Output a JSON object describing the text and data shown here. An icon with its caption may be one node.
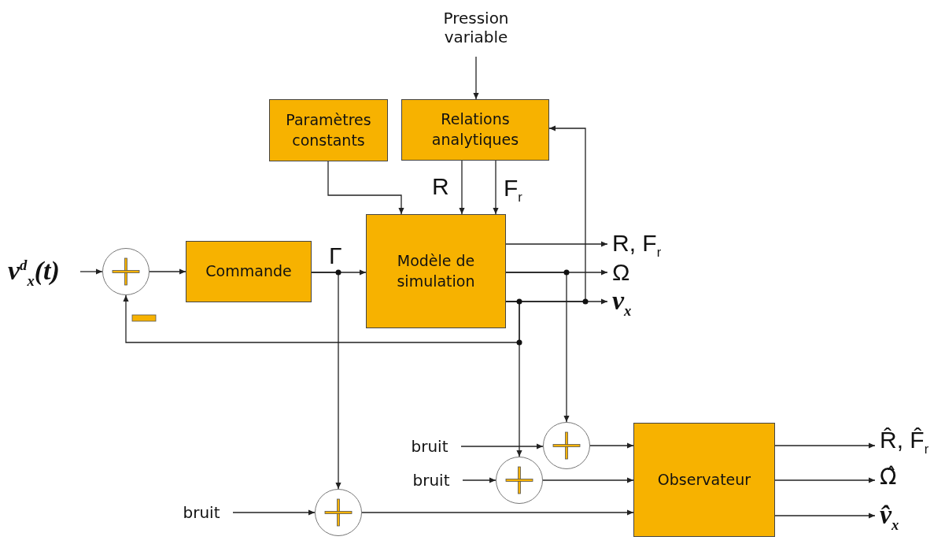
{
  "diagram": {
    "nodes": [
      {
        "text": [
          "Pression variable"
        ]
      },
      {
        "text": [
          "Paramètres constants"
        ]
      },
      {
        "text": [
          "Relations analytiques"
        ]
      },
      {
        "text": [
          "v$^{d}$$_{x}$(t)"
        ]
      },
      {
        "text": [],
        "shape": "circle"
      },
      {
        "text": [
          "Commande"
        ]
      },
      {
        "text": [
          "Modèle de simulation"
        ]
      },
      {
        "text": [
          "R, F$_{r}$"
        ]
      },
      {
        "text": [
          "Ω"
        ]
      },
      {
        "text": [
          "v$_{x}$"
        ]
      },
      {
        "text": [
          "bruit"
        ]
      },
      {
        "text": [
          "bruit"
        ]
      },
      {
        "text": [],
        "shape": "circle"
      },
      {
        "text": [],
        "shape": "circle"
      },
      {
        "text": [
          "bruit"
        ]
      },
      {
        "text": [],
        "shape": "circle"
      },
      {
        "text": [
          "Observateur"
        ]
      },
      {
        "text": [
          "R̂, F̂$_{r}$"
        ]
      },
      {
        "text": [
          "Ω̂"
        ]
      },
      {
        "text": [
          "v̂$_{x}$"
        ]
      }
    ],
    "edges": [
      {
        "from": 0,
        "to": 2,
        "arrow": "to"
      },
      {
        "from": 1,
        "to": 6,
        "arrow": "to"
      },
      {
        "from": 2,
        "to": 6,
        "arrow": "to",
        "label": "R"
      },
      {
        "from": 2,
        "to": 6,
        "arrow": "to",
        "label": "F$_{r}$"
      },
      {
        "from": 3,
        "to": 4,
        "arrow": "to"
      },
      {
        "from": 4,
        "to": 5,
        "arrow": "to"
      },
      {
        "from": 5,
        "to": 6,
        "arrow": "to",
        "label": "Γ"
      },
      {
        "from": 6,
        "to": 7,
        "arrow": "to"
      },
      {
        "from": 6,
        "to": 8,
        "arrow": "to"
      },
      {
        "from": 6,
        "to": 9,
        "arrow": "to"
      },
      {
        "from": 6,
        "to": 2,
        "arrow": "to"
      },
      {
        "from": 6,
        "to": 4,
        "arrow": "to"
      },
      {
        "from": 6,
        "to": 13,
        "arrow": "to"
      },
      {
        "from": 6,
        "to": 12,
        "arrow": "to"
      },
      {
        "from": 5,
        "to": 15,
        "arrow": "to"
      },
      {
        "from": 10,
        "to": 12,
        "arrow": "to"
      },
      {
        "from": 11,
        "to": 13,
        "arrow": "to"
      },
      {
        "from": 14,
        "to": 15,
        "arrow": "to"
      },
      {
        "from": 12,
        "to": 16,
        "arrow": "to"
      },
      {
        "from": 13,
        "to": 16,
        "arrow": "to"
      },
      {
        "from": 15,
        "to": 16,
        "arrow": "to"
      },
      {
        "from": 16,
        "to": 17,
        "arrow": "to"
      },
      {
        "from": 16,
        "to": 18,
        "arrow": "to"
      },
      {
        "from": 16,
        "to": 19,
        "arrow": "to"
      }
    ]
  }
}
